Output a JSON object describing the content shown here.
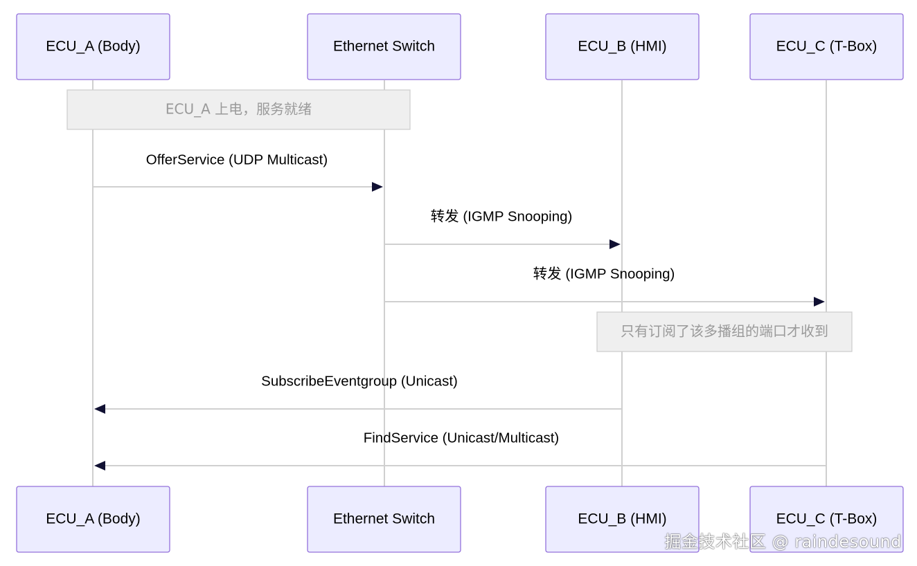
{
  "participants": [
    {
      "label": "ECU_A (Body)"
    },
    {
      "label": "Ethernet Switch"
    },
    {
      "label": "ECU_B (HMI)"
    },
    {
      "label": "ECU_C (T-Box)"
    }
  ],
  "notes": [
    {
      "text": "ECU_A 上电，服务就绪",
      "from": 0,
      "to": 1
    },
    {
      "text": "只有订阅了该多播组的端口才收到",
      "from": 2,
      "to": 3
    }
  ],
  "messages": [
    {
      "label": "OfferService (UDP Multicast)",
      "from": 0,
      "to": 1
    },
    {
      "label": "转发 (IGMP Snooping)",
      "from": 1,
      "to": 2
    },
    {
      "label": "转发 (IGMP Snooping)",
      "from": 1,
      "to": 3
    },
    {
      "label": "SubscribeEventgroup (Unicast)",
      "from": 2,
      "to": 0
    },
    {
      "label": "FindService (Unicast/Multicast)",
      "from": 3,
      "to": 0
    }
  ],
  "watermark": "掘金技术社区 @ raindesound",
  "colors": {
    "actor_fill": "#ECECFF",
    "actor_border": "#9370DB",
    "note_fill": "#EFEFEF",
    "note_text": "#9a9a9a",
    "arrow": "#111133"
  }
}
